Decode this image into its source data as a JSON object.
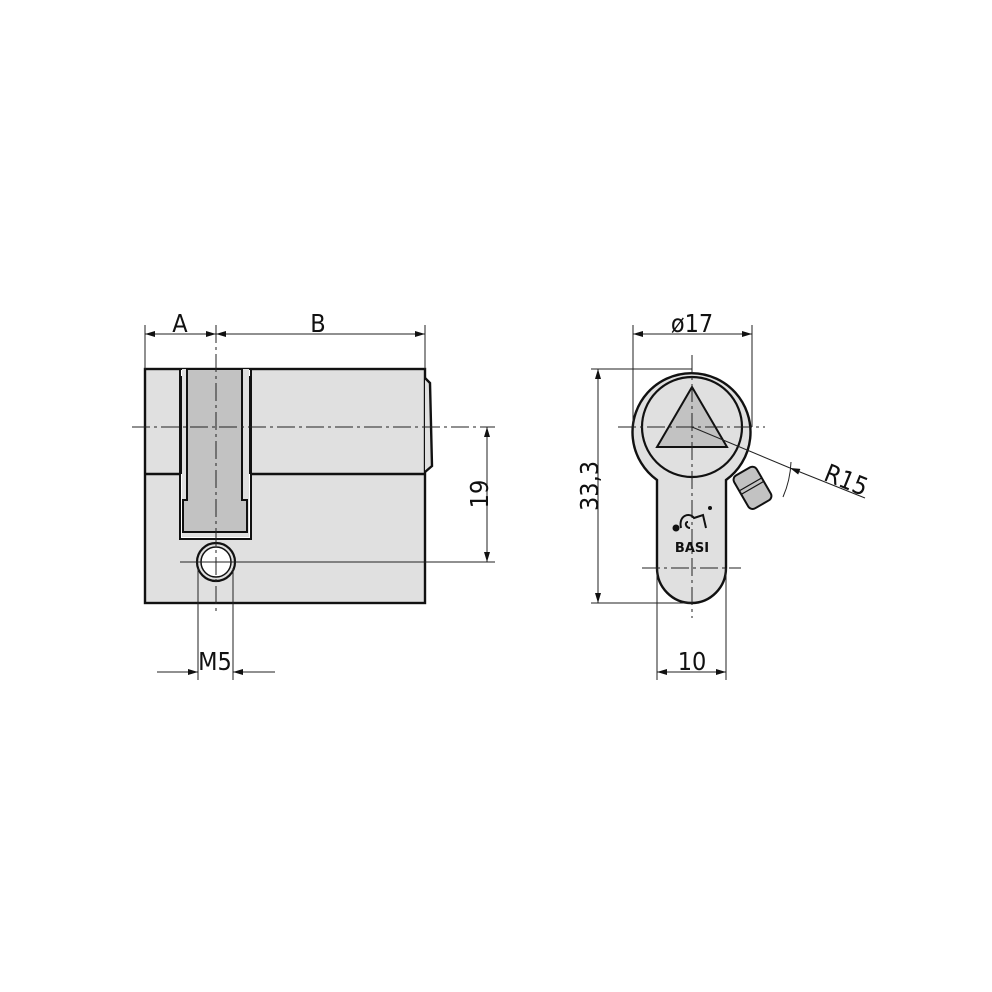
{
  "side_view": {
    "dim_a_label": "A",
    "dim_b_label": "B",
    "dim_height_label": "19",
    "dim_thread_label": "M5"
  },
  "front_view": {
    "dim_diameter_label": "ø17",
    "dim_height_label": "33,3",
    "dim_width_label": "10",
    "dim_radius_label": "R15",
    "logo_text": "BASI"
  },
  "colors": {
    "body_fill": "#e0e0e0",
    "cam_fill": "#c2c2c2",
    "line": "#111111"
  }
}
